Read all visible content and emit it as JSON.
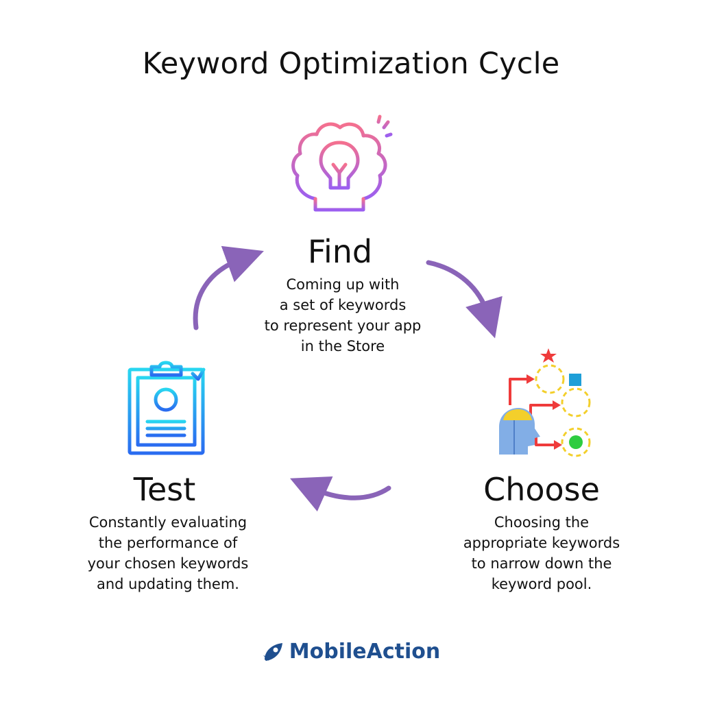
{
  "title": "Keyword Optimization Cycle",
  "stages": [
    {
      "id": "find",
      "name": "Find",
      "description": "Coming up with\na set of keywords\nto represent your app\nin the Store",
      "icon": "brain-lightbulb-icon"
    },
    {
      "id": "choose",
      "name": "Choose",
      "description": "Choosing the\nappropriate keywords\nto narrow down the\nkeyword pool.",
      "icon": "decision-paths-icon"
    },
    {
      "id": "test",
      "name": "Test",
      "description": "Constantly evaluating\nthe performance of\nyour chosen keywords\nand updating them.",
      "icon": "clipboard-profile-icon"
    }
  ],
  "brand": {
    "name": "MobileAction",
    "icon": "rocket-icon"
  },
  "colors": {
    "arrow": "#8a64b8",
    "find_gradient_top": "#f4708f",
    "find_gradient_bottom": "#9b5ff0",
    "test_gradient_top": "#28d6f0",
    "test_gradient_bottom": "#2a6cf0",
    "brand": "#1f4f8f",
    "accent_red": "#ef3b3b",
    "accent_yellow": "#f3cf2b",
    "accent_blue": "#1e9fd8",
    "accent_green": "#2ecc40"
  }
}
